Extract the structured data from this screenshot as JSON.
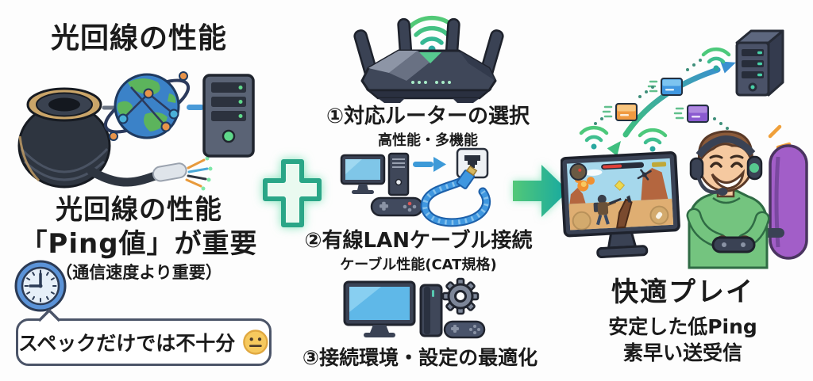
{
  "left": {
    "title": "光回線の性能",
    "heading_line1": "光回線の性能",
    "heading_line2": "「Ping値」が重要",
    "subnote": "（通信速度より重要）",
    "bubble": {
      "text": "スペックだけでは不十分",
      "emoji": "neutral-face"
    }
  },
  "steps": {
    "step1": {
      "label": "①対応ルーターの選択",
      "sublabel": "高性能・多機能"
    },
    "step2": {
      "label": "②有線LANケーブル接続",
      "sublabel": "ケーブル性能(CAT規格)"
    },
    "step3": {
      "label": "③接続環境・設定の最適化"
    }
  },
  "result": {
    "title": "快適プレイ",
    "line1": "安定した低Ping",
    "line2": "素早い送受信"
  },
  "icons": [
    "fiber-coil",
    "globe-network",
    "server",
    "clock",
    "speech-bubble",
    "neutral-face",
    "wifi",
    "router",
    "plus",
    "monitor-pc-gamepad",
    "lan-cable",
    "ethernet-port",
    "gear",
    "game-console",
    "big-arrow-right",
    "transfer-arrows",
    "data-packets",
    "game-monitor",
    "gamer-headset"
  ],
  "colors": {
    "text": "#1b1b1b",
    "accent_green": "#3fbf7f",
    "accent_teal": "#18a8a0",
    "accent_blue": "#3d9ad8",
    "plus_fill": "#eafaf0",
    "plus_stroke": "#2aa687",
    "bubble_border": "#4b5468",
    "emoji_yellow": "#f6c95e",
    "router_body": "#3f4759",
    "cable_blue": "#2f7fc8",
    "hoodie_green": "#74c47f",
    "chair_purple": "#a25ec8",
    "wifi_green": "#4dc97b"
  }
}
